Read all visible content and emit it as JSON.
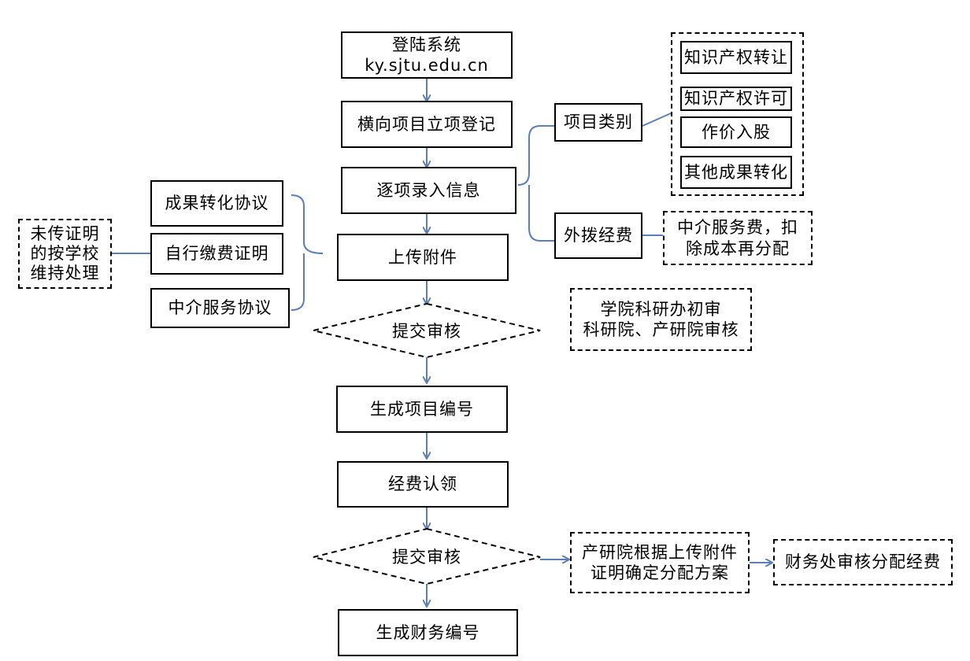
{
  "colors": {
    "connector": "#5a7fb8",
    "border": "#000000",
    "background": "#ffffff"
  },
  "nodes": {
    "login": {
      "line1": "登陆系统",
      "line2": "ky.sjtu.edu.cn"
    },
    "register": "横向项目立项登记",
    "entry": "逐项录入信息",
    "upload": "上传附件",
    "submit_review_1": "提交审核",
    "generate_project_no": "生成项目编号",
    "claim_funds": "经费认领",
    "submit_review_2": "提交审核",
    "generate_finance_no": "生成财务编号",
    "project_category": "项目类别",
    "external_funds": "外拨经费",
    "categories": [
      "知识产权转让",
      "知识产权许可",
      "作价入股",
      "其他成果转化"
    ],
    "intermediary_fee": {
      "line1": "中介服务费，扣",
      "line2": "除成本再分配"
    },
    "attachments": [
      "成果转化协议",
      "自行缴费证明",
      "中介服务协议"
    ],
    "unproven_note": {
      "line1": "未传证明",
      "line2": "的按学校",
      "line3": "维持处理"
    },
    "review_note": {
      "line1": "学院科研办初审",
      "line2": "科研院、产研院审核"
    },
    "distribution_plan": {
      "line1": "产研院根据上传附件",
      "line2": "证明确定分配方案"
    },
    "finance_review": "财务处审核分配经费"
  }
}
